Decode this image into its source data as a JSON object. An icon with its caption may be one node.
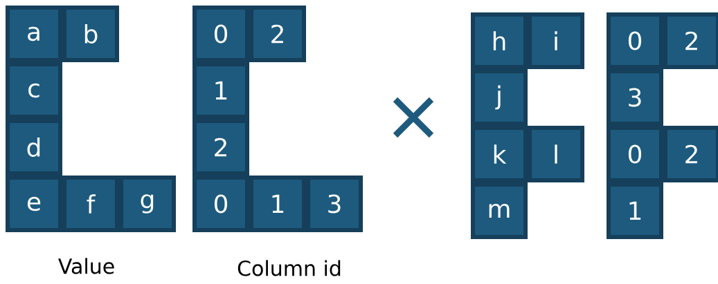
{
  "diagram": {
    "nodes": [
      {
        "text": [
          "a"
        ]
      },
      {
        "text": [
          "b"
        ]
      },
      {
        "text": [
          "c"
        ]
      },
      {
        "text": [
          "d"
        ]
      },
      {
        "text": [
          "e"
        ]
      },
      {
        "text": [
          "f"
        ]
      },
      {
        "text": [
          "g"
        ]
      },
      {
        "text": [
          "0"
        ]
      },
      {
        "text": [
          "2"
        ]
      },
      {
        "text": [
          "1"
        ]
      },
      {
        "text": [
          "2"
        ]
      },
      {
        "text": [
          "0"
        ]
      },
      {
        "text": [
          "1"
        ]
      },
      {
        "text": [
          "3"
        ]
      },
      {
        "text": [
          "h"
        ]
      },
      {
        "text": [
          "i"
        ]
      },
      {
        "text": [
          "j"
        ]
      },
      {
        "text": [
          "k"
        ]
      },
      {
        "text": [
          "l"
        ]
      },
      {
        "text": [
          "m"
        ]
      },
      {
        "text": [
          "0"
        ]
      },
      {
        "text": [
          "2"
        ]
      },
      {
        "text": [
          "3"
        ]
      },
      {
        "text": [
          "0"
        ]
      },
      {
        "text": [
          "2"
        ]
      },
      {
        "text": [
          "1"
        ]
      }
    ],
    "edges": [],
    "labels": [
      "Value",
      "Column id"
    ]
  }
}
